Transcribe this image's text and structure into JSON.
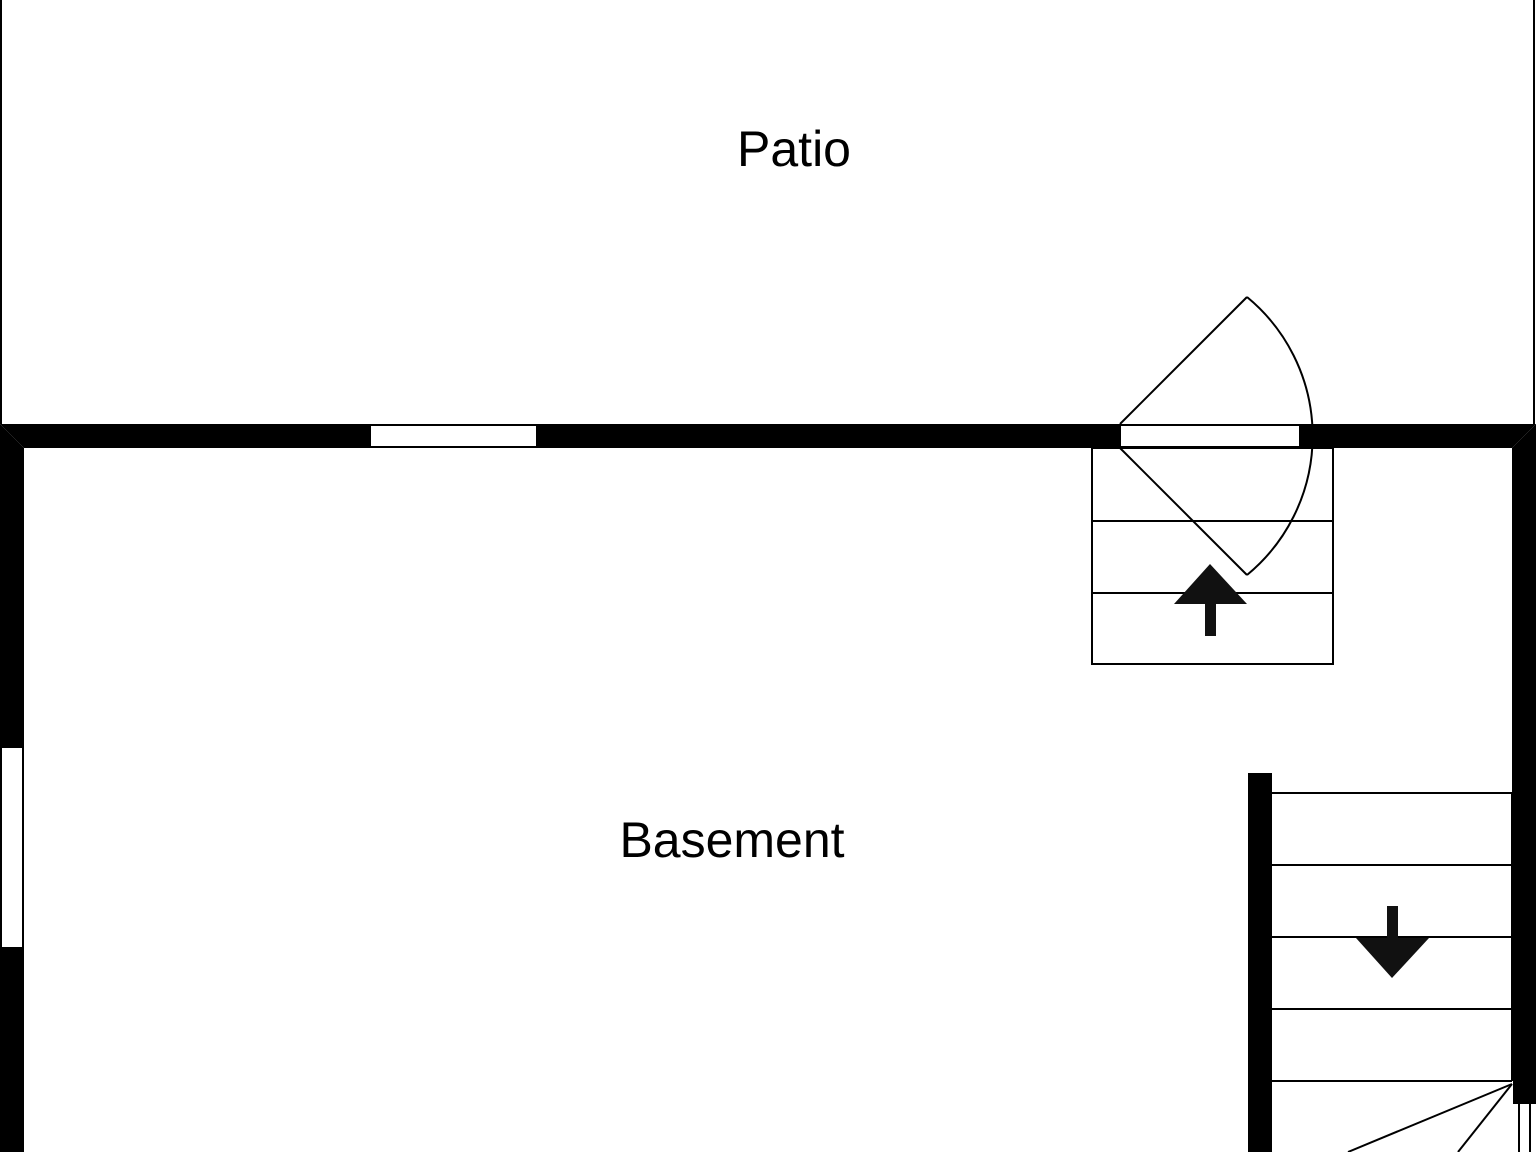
{
  "rooms": [
    {
      "id": "patio",
      "label": "Patio"
    },
    {
      "id": "basement",
      "label": "Basement"
    }
  ],
  "colors": {
    "wall": "#000000",
    "line": "#000000",
    "arrow": "#111111",
    "background": "#ffffff"
  },
  "icons": {
    "stairs_up": "arrow-up-icon",
    "stairs_down": "arrow-down-icon",
    "door": "door-swing-icon"
  }
}
